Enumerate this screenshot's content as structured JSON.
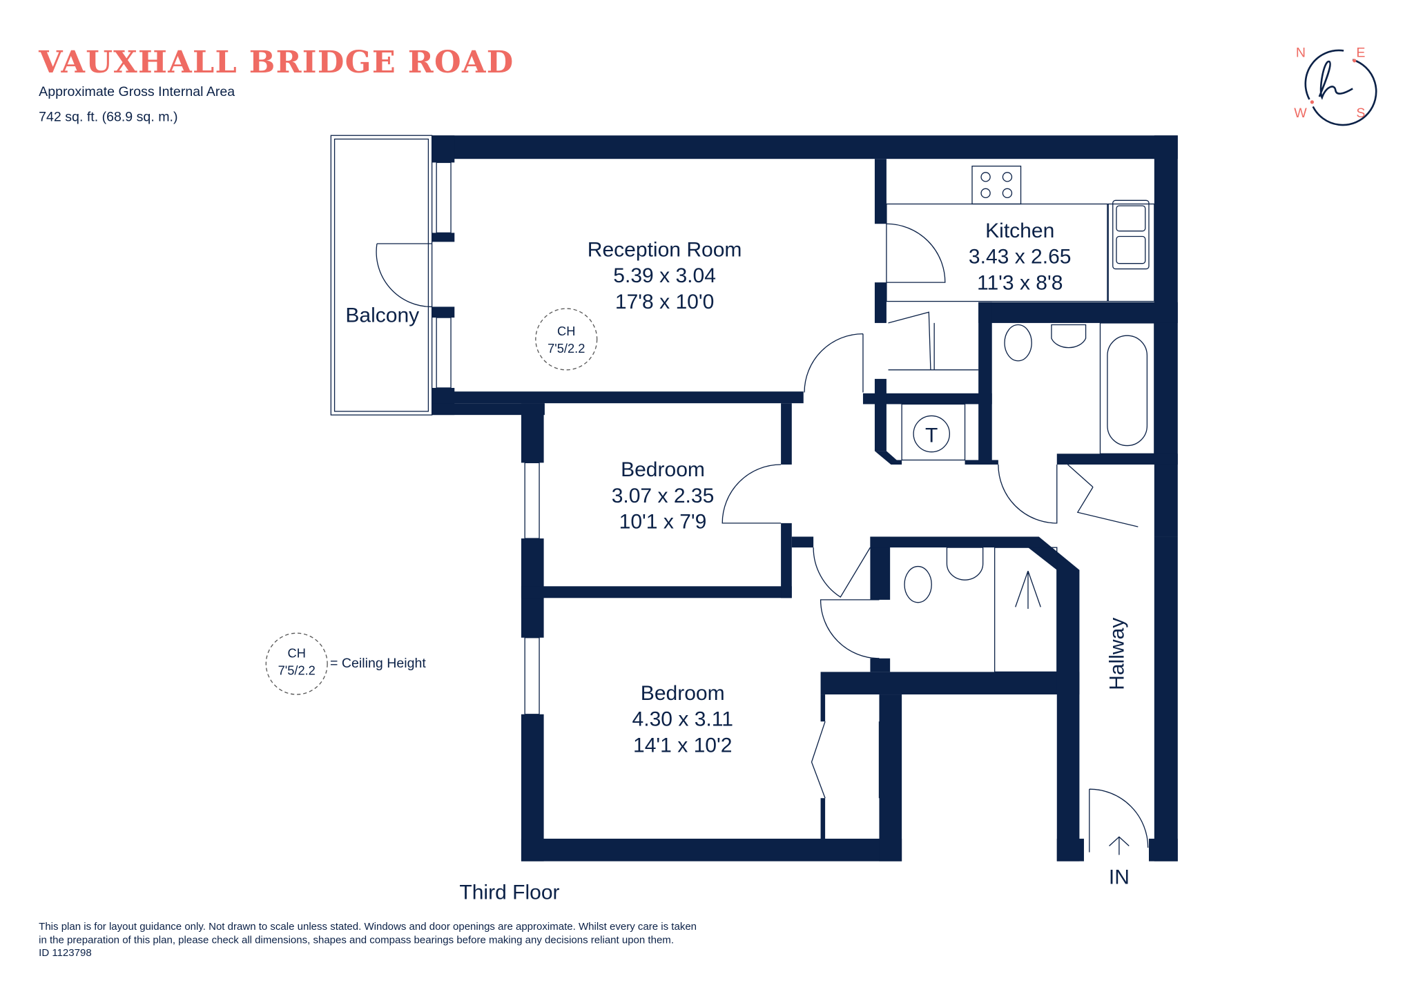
{
  "header": {
    "title": "VAUXHALL BRIDGE ROAD",
    "area_label": "Approximate Gross Internal Area",
    "area_value": "742 sq. ft. (68.9 sq. m.)"
  },
  "compass": {
    "n": "N",
    "e": "E",
    "s": "S",
    "w": "W",
    "logo": "h"
  },
  "rooms": {
    "balcony": {
      "name": "Balcony"
    },
    "reception": {
      "name": "Reception Room",
      "metric": "5.39 x 3.04",
      "imperial": "17'8 x 10'0"
    },
    "kitchen": {
      "name": "Kitchen",
      "metric": "3.43 x 2.65",
      "imperial": "11'3 x 8'8"
    },
    "bedroom1": {
      "name": "Bedroom",
      "metric": "3.07 x 2.35",
      "imperial": "10'1 x 7'9"
    },
    "bedroom2": {
      "name": "Bedroom",
      "metric": "4.30 x 3.11",
      "imperial": "14'1 x 10'2"
    },
    "hallway": {
      "name": "Hallway"
    },
    "cupboard": {
      "name": "T"
    }
  },
  "ceiling": {
    "ch": "CH",
    "value": "7'5/2.2",
    "legend": "= Ceiling Height"
  },
  "entrance": "IN",
  "floor_label": "Third Floor",
  "disclaimer": {
    "line1": "This plan is for layout guidance only. Not drawn to scale unless stated. Windows and door openings are approximate. Whilst every care is taken",
    "line2": "in the preparation of this plan, please check all dimensions, shapes and compass bearings before making any decisions reliant upon them.",
    "id": "ID 1123798"
  },
  "colors": {
    "accent": "#ef6b63",
    "wall": "#0b2147"
  }
}
